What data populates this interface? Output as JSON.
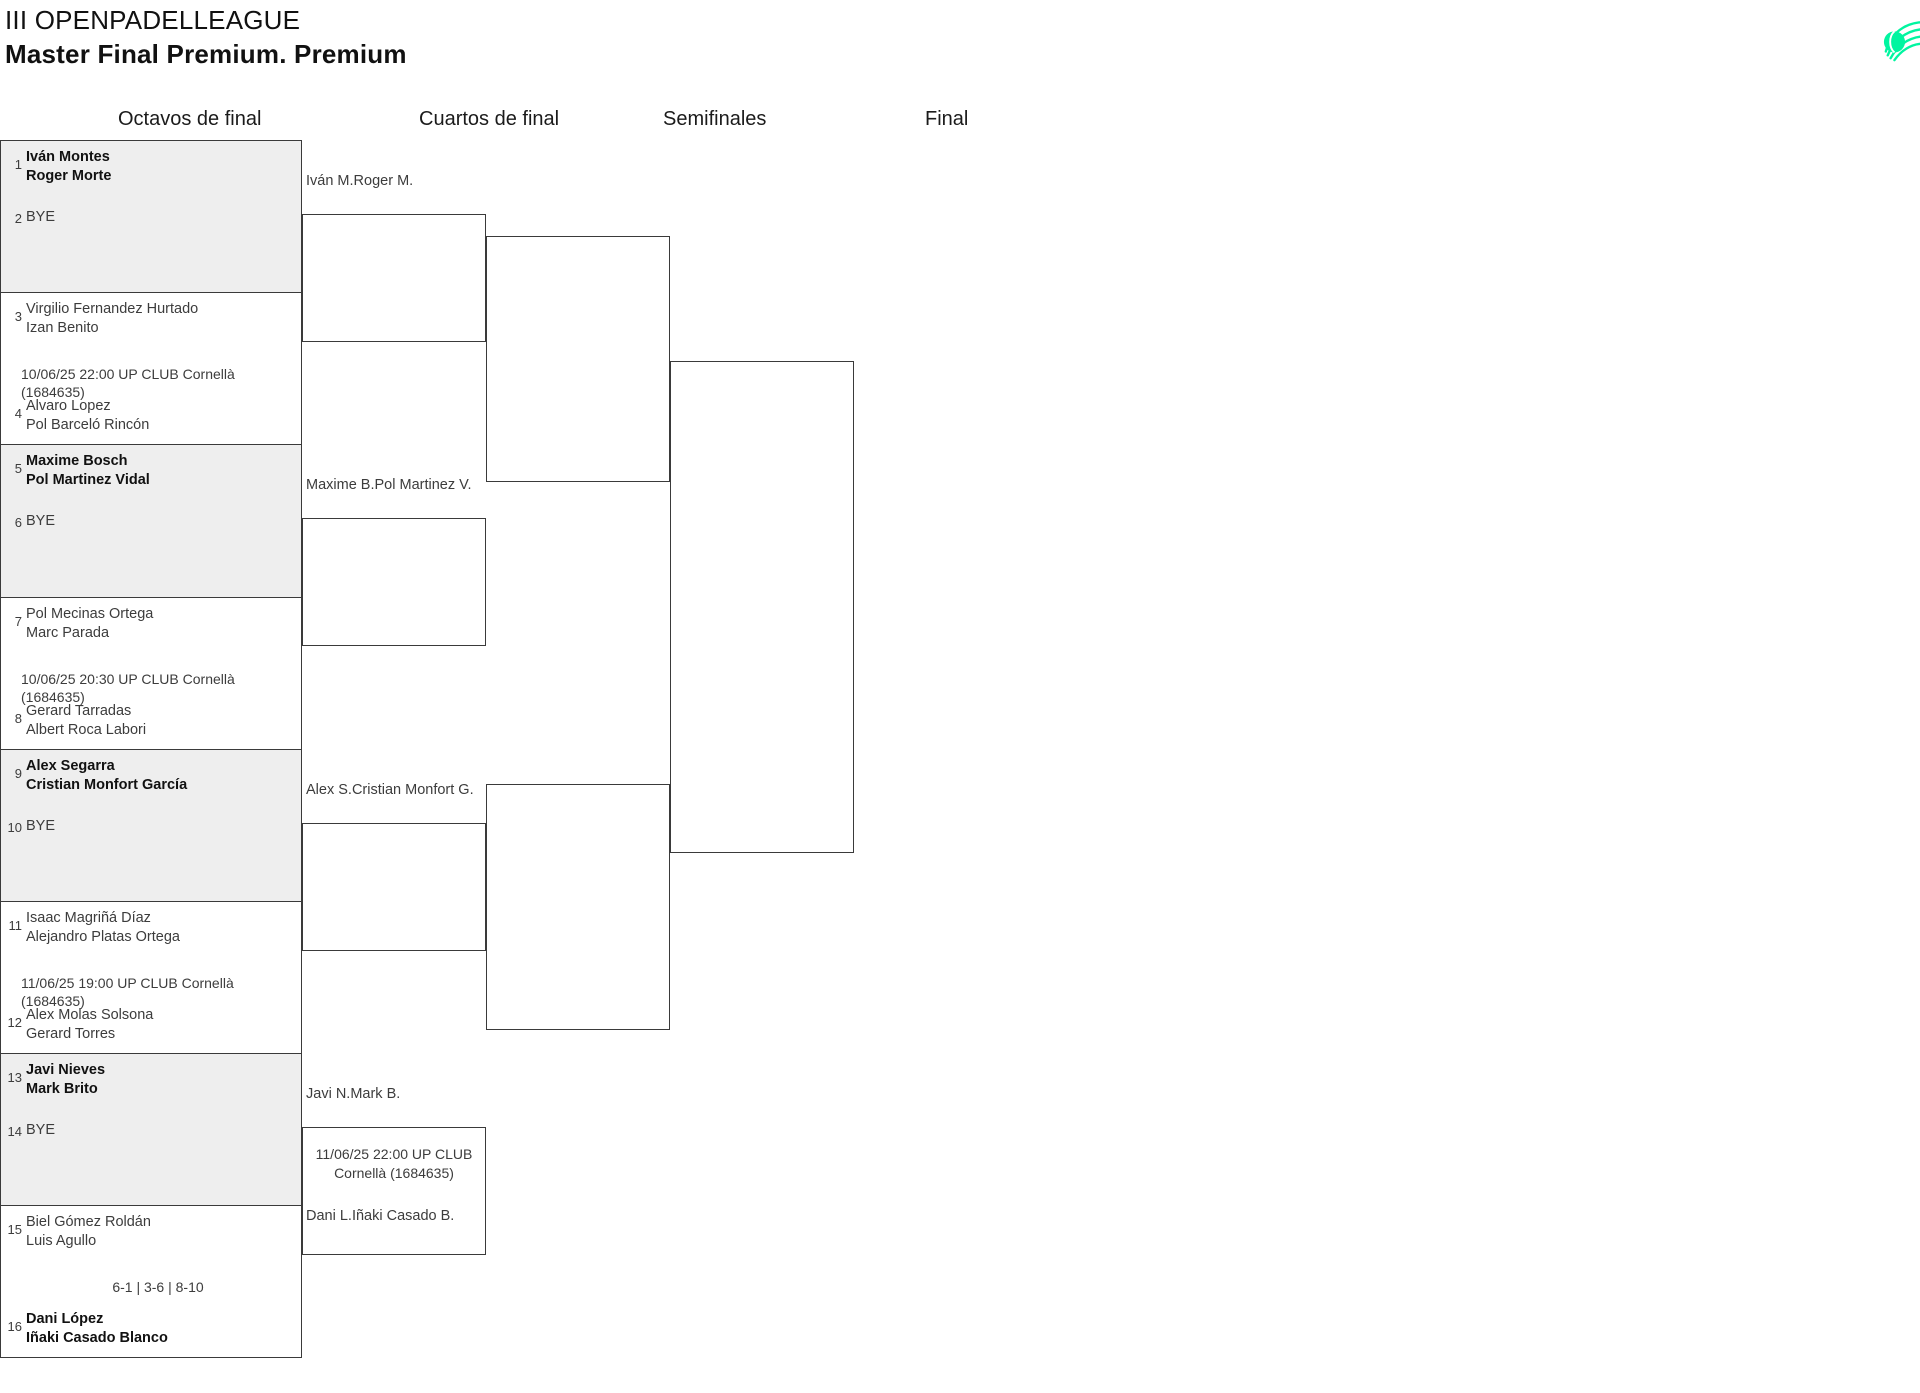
{
  "header": {
    "title_line1": "III OPENPADELLEAGUE",
    "title_line2": "Master Final Premium. Premium",
    "logo_name": "padel-ball-logo",
    "logo_color": "#00F5A0"
  },
  "rounds": [
    {
      "label": "Octavos de final"
    },
    {
      "label": "Cuartos de final"
    },
    {
      "label": "Semifinales"
    },
    {
      "label": "Final"
    }
  ],
  "colors": {
    "shaded_row": "#EEEEEE",
    "line": "#3A3A3A",
    "text": "#3C3C3C",
    "text_strong": "#111111"
  },
  "octavos": [
    {
      "shaded": true,
      "top": {
        "seed": "1",
        "line1": "Iván Montes",
        "line2": "Roger Morte",
        "winner": true
      },
      "meta": "",
      "bottom": {
        "seed": "2",
        "bye": "BYE"
      }
    },
    {
      "shaded": false,
      "top": {
        "seed": "3",
        "line1": "Virgilio Fernandez Hurtado",
        "line2": "Izan Benito",
        "winner": false
      },
      "meta": "10/06/25 22:00 UP CLUB Cornellà (1684635)",
      "bottom": {
        "seed": "4",
        "line1": "Alvaro Lopez",
        "line2": "Pol Barceló Rincón",
        "winner": false
      }
    },
    {
      "shaded": true,
      "top": {
        "seed": "5",
        "line1": "Maxime Bosch",
        "line2": "Pol Martinez Vidal",
        "winner": true
      },
      "meta": "",
      "bottom": {
        "seed": "6",
        "bye": "BYE"
      }
    },
    {
      "shaded": false,
      "top": {
        "seed": "7",
        "line1": "Pol Mecinas Ortega",
        "line2": "Marc Parada",
        "winner": false
      },
      "meta": "10/06/25 20:30 UP CLUB Cornellà (1684635)",
      "bottom": {
        "seed": "8",
        "line1": "Gerard Tarradas",
        "line2": "Albert Roca Labori",
        "winner": false
      }
    },
    {
      "shaded": true,
      "top": {
        "seed": "9",
        "line1": "Alex Segarra",
        "line2": "Cristian Monfort García",
        "winner": true
      },
      "meta": "",
      "bottom": {
        "seed": "10",
        "bye": "BYE"
      }
    },
    {
      "shaded": false,
      "top": {
        "seed": "11",
        "line1": "Isaac Magriñá Díaz",
        "line2": "Alejandro Platas Ortega",
        "winner": false
      },
      "meta": "11/06/25 19:00 UP CLUB Cornellà (1684635)",
      "bottom": {
        "seed": "12",
        "line1": "Alex Molas Solsona",
        "line2": "Gerard Torres",
        "winner": false
      }
    },
    {
      "shaded": true,
      "top": {
        "seed": "13",
        "line1": "Javi Nieves",
        "line2": "Mark Brito",
        "winner": true
      },
      "meta": "",
      "bottom": {
        "seed": "14",
        "bye": "BYE"
      }
    },
    {
      "shaded": false,
      "top": {
        "seed": "15",
        "line1": "Biel Gómez Roldán",
        "line2": "Luis Agullo",
        "winner": false
      },
      "meta": "6-1 | 3-6 | 8-10",
      "bottom": {
        "seed": "16",
        "line1": "Dani López",
        "line2": "Iñaki Casado Blanco",
        "winner": true
      }
    }
  ],
  "cuartos": [
    {
      "top": {
        "line1": "Iván M.",
        "line2": "Roger M."
      },
      "meta": "",
      "bottom": {
        "line1": "",
        "line2": ""
      }
    },
    {
      "top": {
        "line1": "Maxime B.",
        "line2": "Pol Martinez V."
      },
      "meta": "",
      "bottom": {
        "line1": "",
        "line2": ""
      }
    },
    {
      "top": {
        "line1": "Alex S.",
        "line2": "Cristian Monfort G."
      },
      "meta": "",
      "bottom": {
        "line1": "",
        "line2": ""
      }
    },
    {
      "top": {
        "line1": "Javi N.",
        "line2": "Mark B."
      },
      "meta": "11/06/25 22:00 UP CLUB Cornellà (1684635)",
      "bottom": {
        "line1": "Dani L.",
        "line2": "Iñaki Casado B."
      }
    }
  ],
  "semifinales": [
    {
      "top": {
        "line1": "",
        "line2": ""
      },
      "meta": "",
      "bottom": {
        "line1": "",
        "line2": ""
      }
    },
    {
      "top": {
        "line1": "",
        "line2": ""
      },
      "meta": "",
      "bottom": {
        "line1": "",
        "line2": ""
      }
    }
  ],
  "final": [
    {
      "top": {
        "line1": "",
        "line2": ""
      },
      "meta": "",
      "bottom": {
        "line1": "",
        "line2": ""
      }
    }
  ]
}
